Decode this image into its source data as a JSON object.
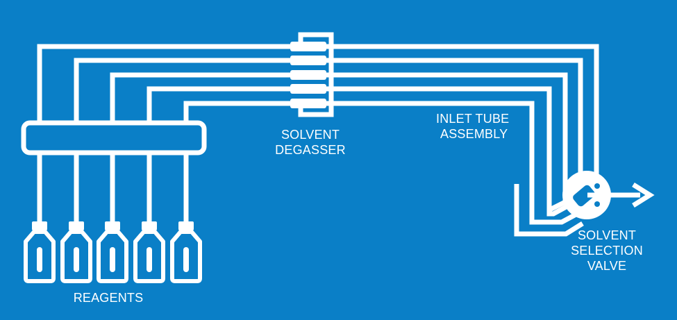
{
  "background_color": "#0a7fc7",
  "line_color": "#ffffff",
  "labels": {
    "solvent_degasser": [
      "SOLVENT",
      "DEGASSER"
    ],
    "inlet_tube_assembly": [
      "INLET TUBE",
      "ASSEMBLY"
    ],
    "solvent_selection_valve": [
      "SOLVENT",
      "SELECTION",
      "VALVE"
    ],
    "reagents": "REAGENTS"
  },
  "reagent_bottle_count": 5,
  "tube_line_count": 5,
  "icons": {
    "bottle": "reagent-bottle-icon",
    "degasser": "degasser-block-icon",
    "valve": "selection-valve-icon",
    "outlet": "outlet-arrow-icon"
  }
}
